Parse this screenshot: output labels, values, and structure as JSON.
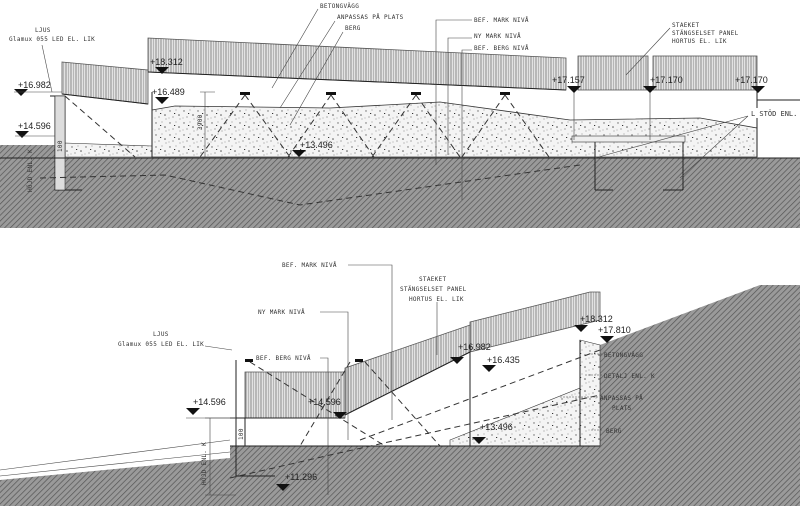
{
  "top_section": {
    "labels": {
      "betongvagg": "BETONGVÄGG",
      "anpassas": "ANPASSAS PÅ PLATS",
      "berg": "BERG",
      "bef_mark": "BEF. MARK  NIVÅ",
      "ny_mark": "NY MARK  NIVÅ",
      "bef_berg": "BEF. BERG  NIVÅ",
      "staket_1": "STAEKET",
      "staket_2": "STÄNGSELSET PANEL",
      "staket_3": "HORTUS EL. LIK",
      "ljus_1": "LJUS",
      "ljus_2": "Glamux 055 LED EL. LIK",
      "l_stod": "L STÖD ENL.",
      "dim_100": "100",
      "dim_height": "HÖJD ENL. K",
      "dim_3900": "3900"
    },
    "levels": [
      "+16.982",
      "+18.312",
      "+16.489",
      "+14.596",
      "+13.496",
      "+17.157",
      "+17.170",
      "+17.170"
    ]
  },
  "bottom_section": {
    "labels": {
      "bef_mark": "BEF. MARK  NIVÅ",
      "staket_1": "STAEKET",
      "staket_2": "STÄNGSELSET PANEL",
      "staket_3": "HORTUS EL. LIK",
      "ny_mark": "NY MARK  NIVÅ",
      "ljus_1": "LJUS",
      "ljus_2": "Glamux 055 LED EL. LIK",
      "bef_berg": "BEF. BERG  NIVÅ",
      "betongvagg": "BETONGVÄGG",
      "detalj": "DETALJ ENL. K",
      "anpassas_1": "ANPASSAS PÅ",
      "anpassas_2": "PLATS",
      "berg": "BERG",
      "dim_100": "100",
      "dim_height": "HÖJD ENL. K"
    },
    "levels": [
      "+14.596",
      "+14.596",
      "+16.982",
      "+16.435",
      "+18.312",
      "+17.810",
      "+13.496",
      "+11.296"
    ]
  }
}
